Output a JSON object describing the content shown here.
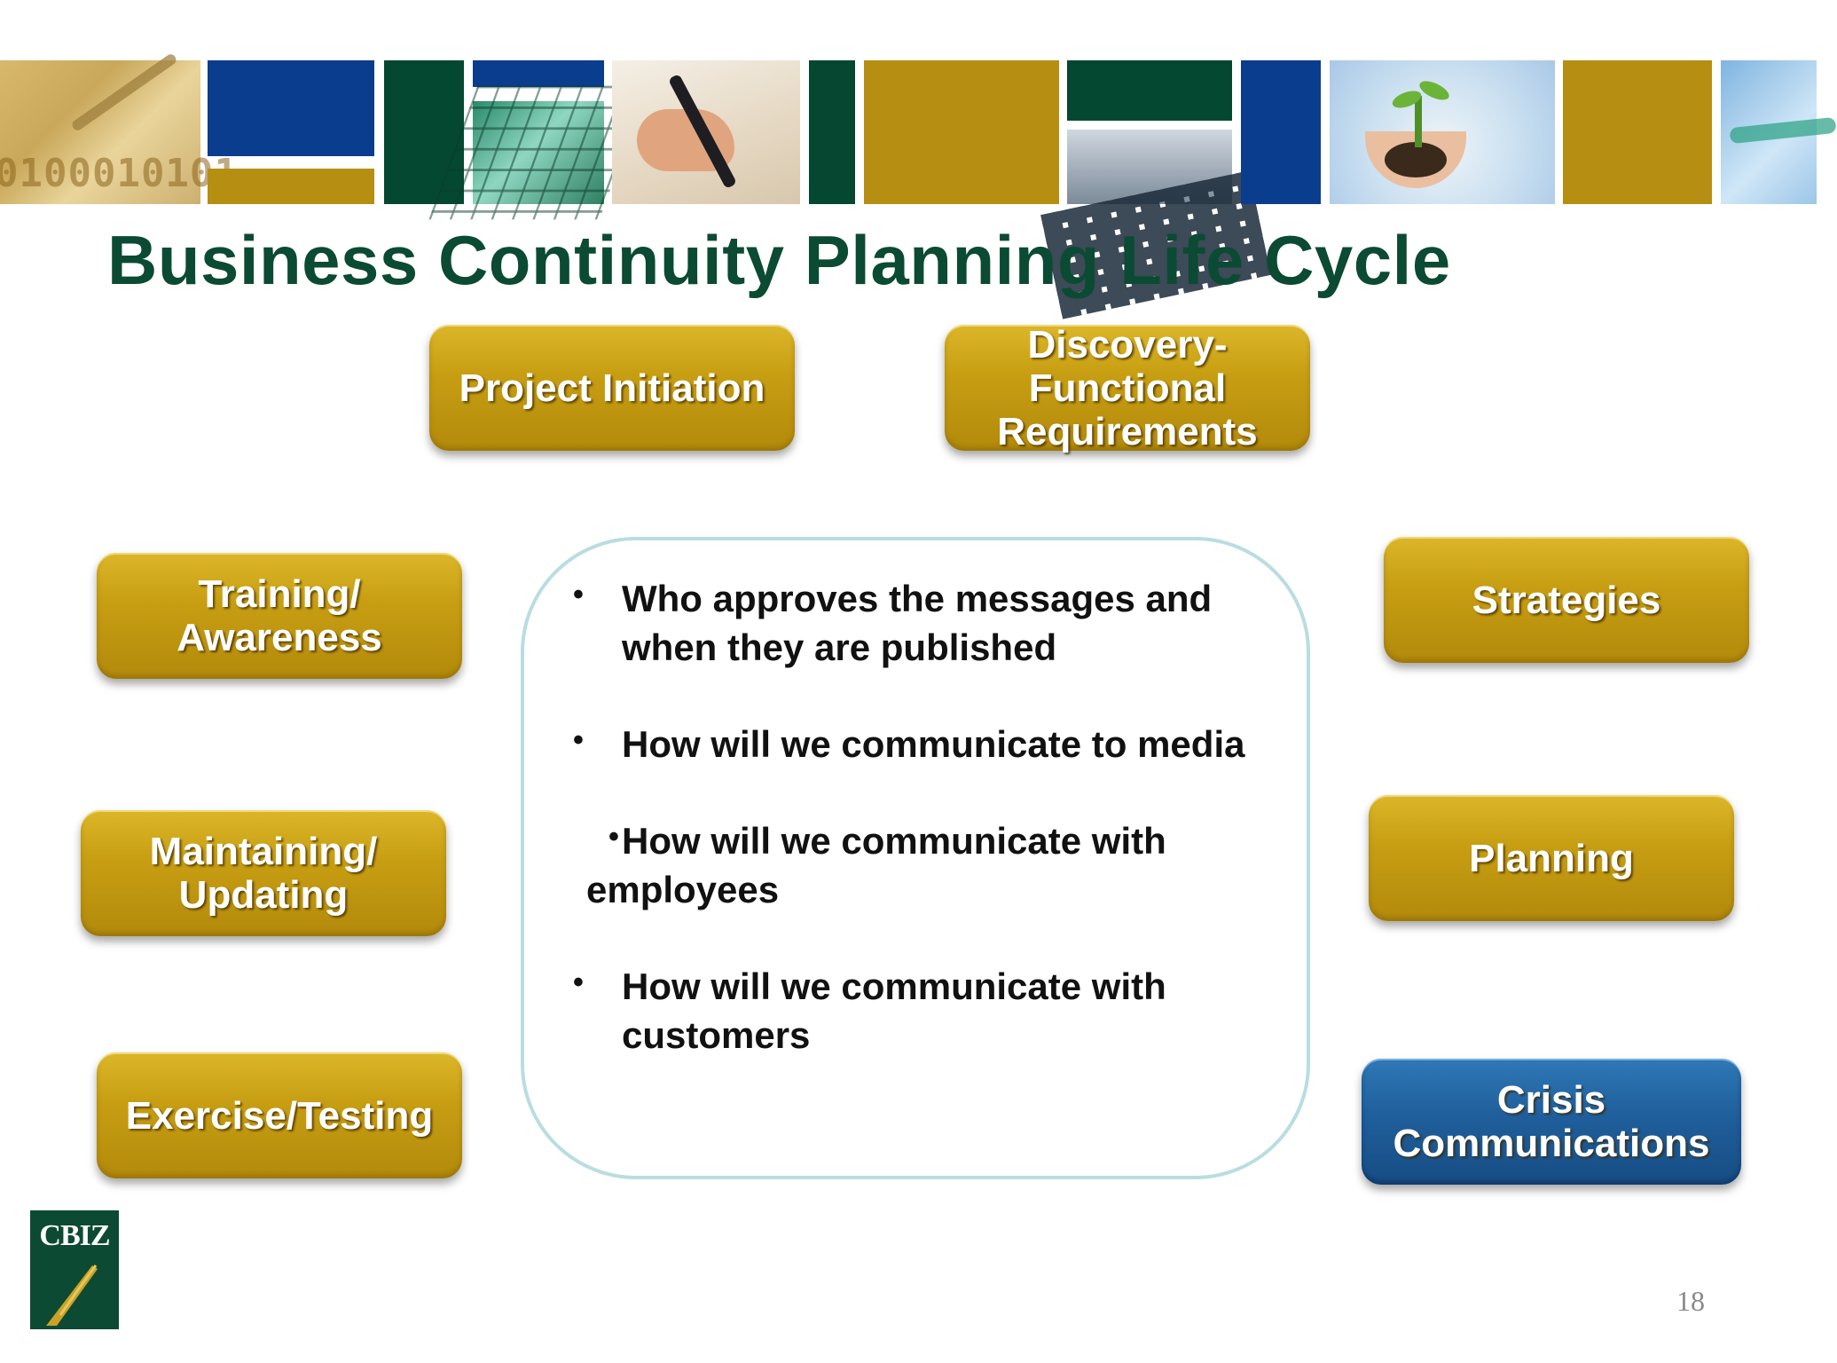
{
  "title": "Business Continuity Planning Life Cycle",
  "banner": {
    "binary_text": "0100010101"
  },
  "phases": {
    "project_initiation": "Project Initiation",
    "discovery": "Discovery-\nFunctional\nRequirements",
    "training": "Training/\nAwareness",
    "strategies": "Strategies",
    "maintaining": "Maintaining/\nUpdating",
    "planning": "Planning",
    "exercise": "Exercise/Testing",
    "crisis": "Crisis\nCommunications"
  },
  "active_phase": "Crisis Communications",
  "bullets": [
    "Who approves the messages and when they are published",
    "How will we communicate to media",
    "How will we communicate with employees",
    "How will we communicate with customers"
  ],
  "footer": {
    "logo_text": "CBIZ",
    "page_number": "18"
  },
  "colors": {
    "title": "#0b4a33",
    "phase_gold": "#c79e12",
    "phase_active_blue": "#1f5f9c",
    "detail_border": "#b9dde0"
  }
}
